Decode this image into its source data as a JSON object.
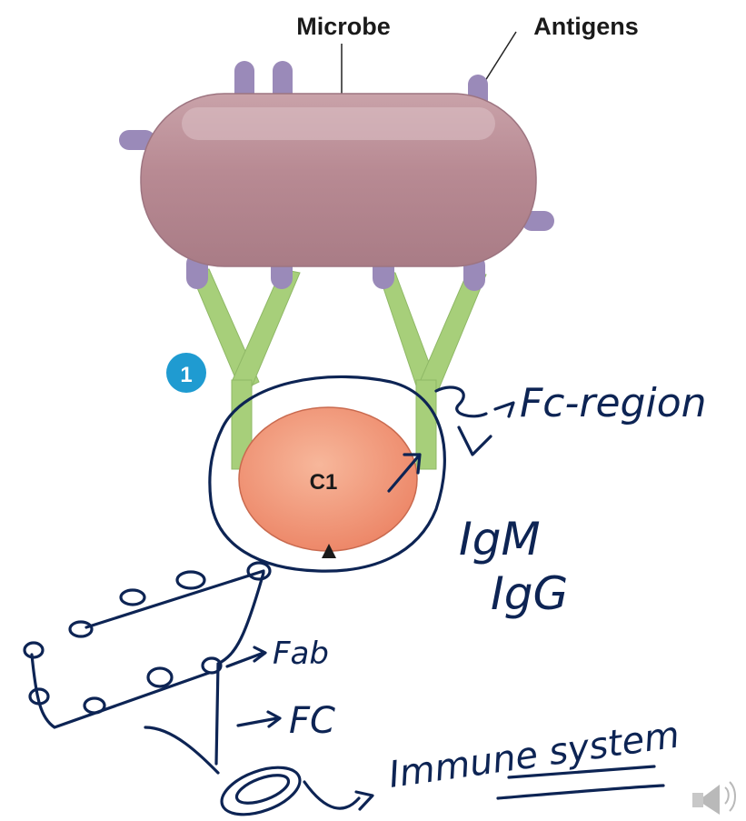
{
  "labels": {
    "microbe": "Microbe",
    "antigens": "Antigens",
    "step_number": "1",
    "c1": "C1"
  },
  "handwritten": {
    "fc_region": "Fc-region",
    "igm": "IgM",
    "igg": "IgG",
    "fab": "Fab",
    "fc": "FC",
    "immune_system": "Immune system"
  },
  "colors": {
    "microbe_fill": "#b88a93",
    "antigen_fill": "#9a8ab9",
    "antibody_fill": "#a7cf7a",
    "c1_fill": "#f39a7a",
    "badge_fill": "#1f9bd1",
    "ink": "#0d2454"
  },
  "icons": {
    "speaker": "speaker-icon"
  }
}
